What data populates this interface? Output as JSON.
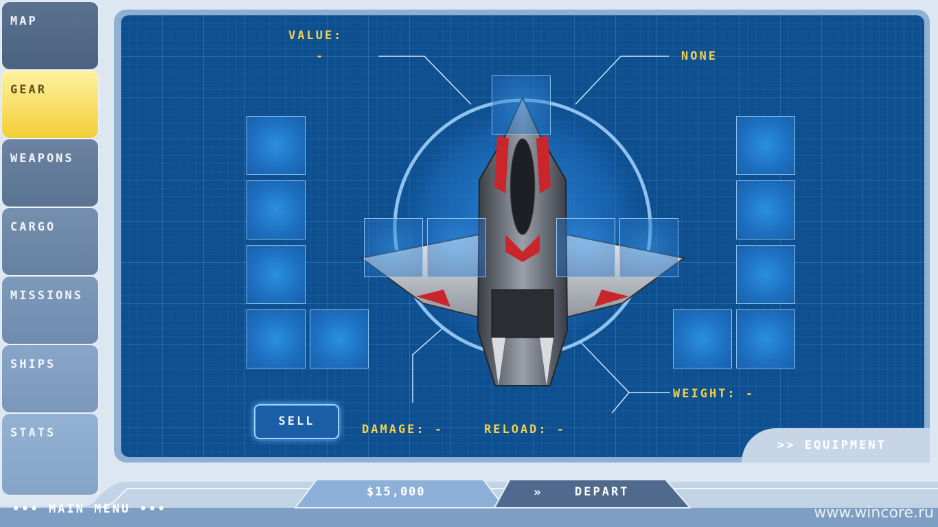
{
  "sidebar": {
    "tabs": [
      {
        "label": "MAP"
      },
      {
        "label": "GEAR"
      },
      {
        "label": "WEAPONS"
      },
      {
        "label": "CARGO"
      },
      {
        "label": "MISSIONS"
      },
      {
        "label": "SHIPS"
      },
      {
        "label": "STATS"
      }
    ],
    "active_tab": "GEAR"
  },
  "panel": {
    "value_label": "VALUE:",
    "value": "-",
    "item_name": "NONE",
    "damage": "DAMAGE: -",
    "reload": "RELOAD: -",
    "weight": "WEIGHT: -",
    "sell_label": "SELL",
    "equipment_tab": ">>  EQUIPMENT"
  },
  "bottom": {
    "main_menu": "••• MAIN MENU •••",
    "money": "$15,000",
    "depart": "DEPART",
    "depart_icon": "double-chevron-right-icon"
  },
  "watermark": "www.wincore.ru",
  "colors": {
    "blueprint": "#0d4f8f",
    "accent_yellow": "#f3d24c",
    "active_tab": "#f2cf38"
  }
}
